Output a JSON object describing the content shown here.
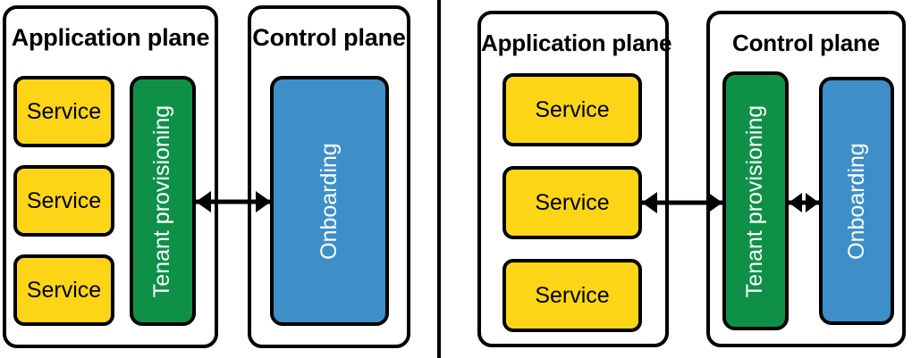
{
  "figure": {
    "panels_separator": "vertical-divider",
    "colors": {
      "service": "#FCD616",
      "tenant_provisioning": "#0E9147",
      "onboarding": "#3E8FC8",
      "stroke": "#000000",
      "background": "#ffffff"
    }
  },
  "left_diagram": {
    "application_plane": {
      "title": "Application plane",
      "services": [
        {
          "label": "Service"
        },
        {
          "label": "Service"
        },
        {
          "label": "Service"
        }
      ],
      "tenant_provisioning": {
        "label": "Tenant provisioning"
      }
    },
    "control_plane": {
      "title": "Control plane",
      "onboarding": {
        "label": "Onboarding"
      }
    },
    "connections": [
      {
        "name": "tenant-provisioning-to-onboarding",
        "style": "double-arrow"
      }
    ]
  },
  "right_diagram": {
    "application_plane": {
      "title": "Application plane",
      "services": [
        {
          "label": "Service"
        },
        {
          "label": "Service"
        },
        {
          "label": "Service"
        }
      ]
    },
    "control_plane": {
      "title": "Control plane",
      "tenant_provisioning": {
        "label": "Tenant provisioning"
      },
      "onboarding": {
        "label": "Onboarding"
      }
    },
    "connections": [
      {
        "name": "service-to-tenant-provisioning",
        "style": "double-arrow"
      },
      {
        "name": "tenant-provisioning-to-onboarding",
        "style": "double-arrow"
      }
    ]
  }
}
